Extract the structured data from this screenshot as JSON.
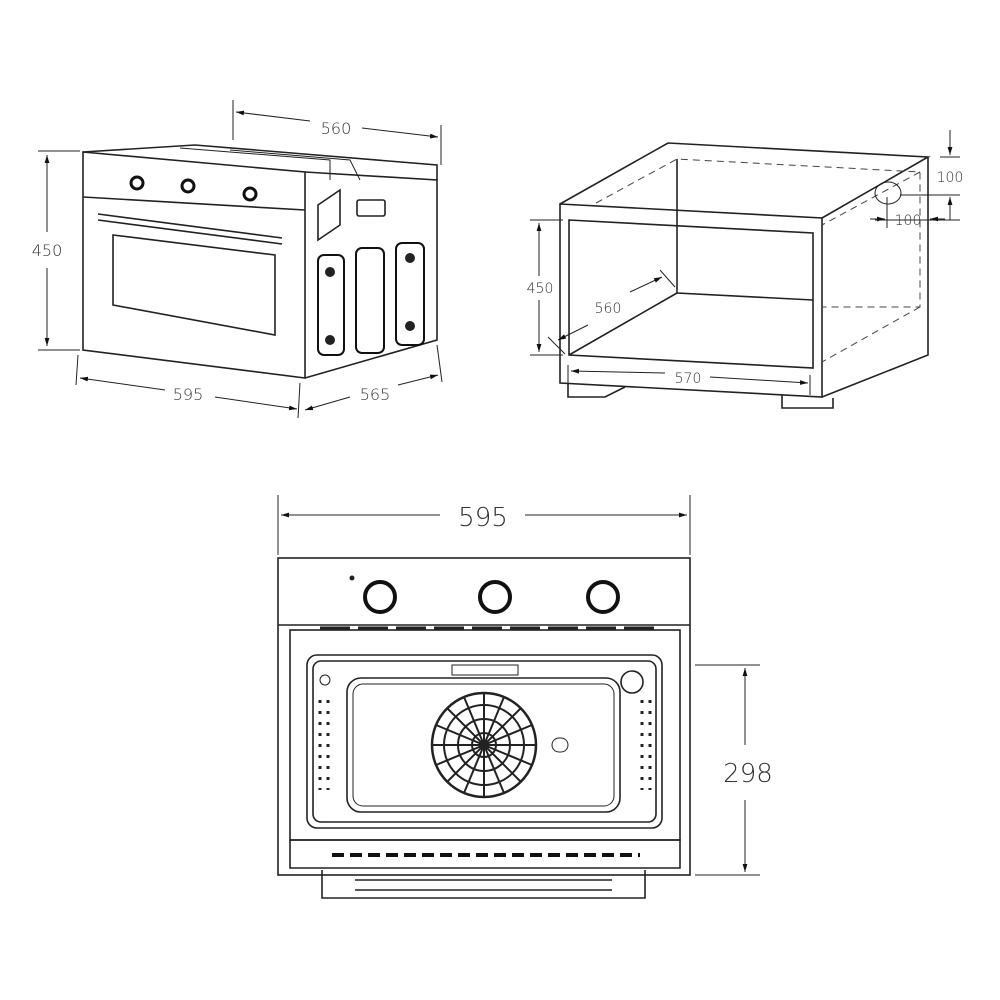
{
  "side_view": {
    "width_top": "560",
    "height": "450",
    "width_front": "595",
    "depth": "565"
  },
  "cabinet": {
    "offset_top": "100",
    "offset_side": "100",
    "height": "450",
    "depth": "560",
    "width": "570"
  },
  "front_view": {
    "width": "595",
    "cavity_height": "298"
  }
}
